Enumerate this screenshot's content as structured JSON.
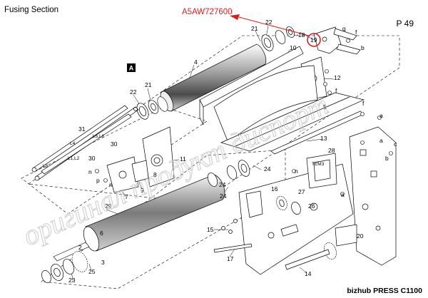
{
  "header": {
    "section_title": "Fusing Section",
    "page_number": "P 49",
    "part_code": "A5AW727600"
  },
  "footer": {
    "model": "bizhub PRESS C1100"
  },
  "diagram": {
    "section_marker": "A",
    "highlighted_part": "19",
    "highlight_color": "#d8201c",
    "labels": {
      "p22a": "22",
      "p21a": "21",
      "p18": "18",
      "p19": "19",
      "p4": "4",
      "p10": "10",
      "p12": "12",
      "p5": "5",
      "p22b": "22",
      "p21b": "21",
      "p31": "31",
      "p30a": "30",
      "p30b": "30",
      "p13": "13",
      "p11": "11",
      "p24a": "24",
      "p24b": "24",
      "p24c": "24",
      "p29": "29",
      "p9": "9",
      "p7": "7",
      "p28": "28",
      "p16": "16",
      "p27": "27",
      "p26": "26",
      "p15": "15",
      "p17": "17",
      "p20": "20",
      "p14": "14",
      "p25": "25",
      "p23": "23",
      "p3": "3",
      "p2": "2",
      "p6": "6",
      "p8": "8"
    },
    "small_labels": {
      "l4": "L4",
      "l156": "L5,L6",
      "l112": "L1,L2",
      "l3": "L3",
      "tem": "TEM3"
    },
    "letters": {
      "a1": "a",
      "a2": "a",
      "a3": "a",
      "b1": "b",
      "b2": "b",
      "c1": "c",
      "f1": "f",
      "f2": "f",
      "f3": "f",
      "n1": "n",
      "n2": "n",
      "n3": "n",
      "p1": "p",
      "g1": "g"
    },
    "watermark": "оригинал продукт диспорт"
  }
}
